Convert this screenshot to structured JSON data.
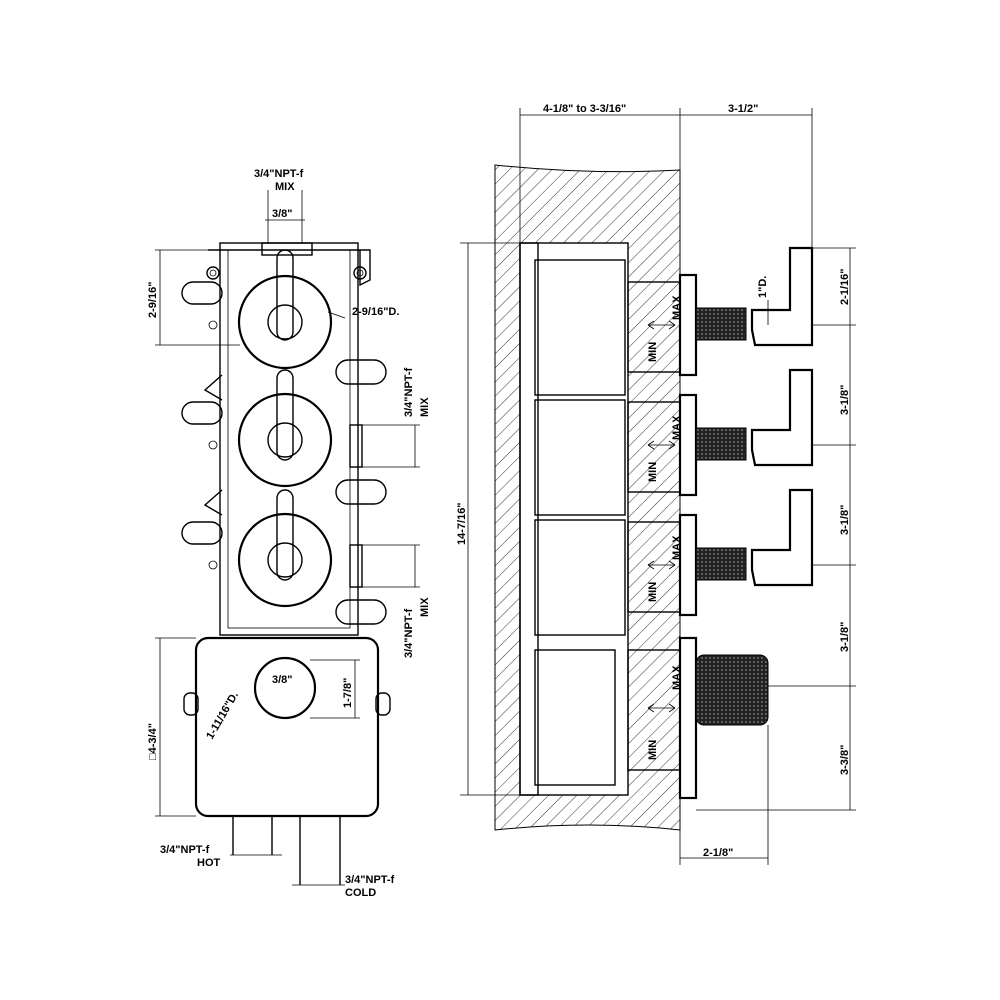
{
  "front_view": {
    "top_outlet": {
      "thread": "3/4\"NPT-f",
      "function": "MIX",
      "dimension": "3/8\""
    },
    "module_spacing": "2-9/16\"",
    "rosette_diameter": "2-9/16\"D.",
    "side_outlet_upper": {
      "thread": "3/4\"NPT-f",
      "function": "MIX"
    },
    "side_outlet_lower": {
      "thread": "3/4\"NPT-f",
      "function": "MIX"
    },
    "thermostat_box": {
      "size": "□4-3/4\"",
      "knob_offset": "3/8\"",
      "knob_height": "1-7/8\"",
      "knob_diameter": "1-11/16\"D."
    },
    "inlet_hot": {
      "thread": "3/4\"NPT-f",
      "function": "HOT"
    },
    "inlet_cold": {
      "thread": "3/4\"NPT-f",
      "function": "COLD"
    }
  },
  "side_view": {
    "wall_depth": "4-1/8\"  to  3-3/16\"",
    "projection": "3-1/2\"",
    "total_height": "14-7/16\"",
    "lever_height": "2-1/16\"",
    "lever_gap": "1\"D.",
    "spacing_1": "3-1/8\"",
    "spacing_2": "3-1/8\"",
    "spacing_3": "3-1/8\"",
    "bottom_spacing": "3-3/8\"",
    "knob_projection": "2-1/8\"",
    "min_label": "MIN",
    "max_label": "MAX"
  }
}
